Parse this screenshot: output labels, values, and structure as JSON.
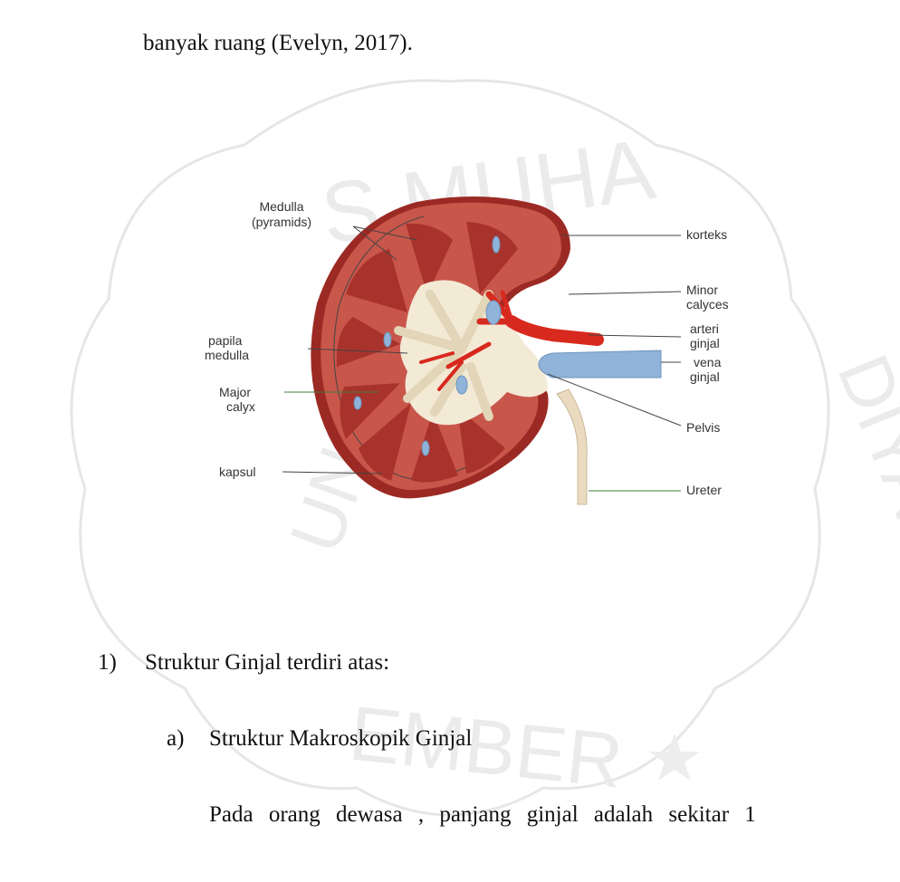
{
  "text": {
    "line1": "banyak ruang (Evelyn, 2017).",
    "item1_marker": "1)",
    "item1_text": "Struktur Ginjal terdiri atas:",
    "item_a_marker": "a)",
    "item_a_text": "Struktur Makroskopik Ginjal",
    "para_start": "Pada orang dewasa , panjang ginjal adalah sekitar 1"
  },
  "figure": {
    "labels": {
      "medulla1": "Medulla",
      "medulla2": "(pyramids)",
      "papila1": "papila",
      "papila2": "medulla",
      "major1": "Major",
      "major2": "calyx",
      "kapsul": "kapsul",
      "korteks": "korteks",
      "minor1": "Minor",
      "minor2": "calyces",
      "arteri1": "arteri",
      "arteri2": "ginjal",
      "vena1": "vena",
      "vena2": "ginjal",
      "pelvis": "Pelvis",
      "ureter": "Ureter"
    }
  },
  "watermark": {
    "top_text": "S MUHA",
    "bottom_text": "EMBER",
    "left_text": "UNIVER",
    "right_text": "DIYAH"
  },
  "colors": {
    "cortex": "#c9564a",
    "medulla": "#a8332c",
    "capsule": "#9c2a24",
    "pelvis": "#f3ead6",
    "artery": "#d8291e",
    "vein": "#8fb3d9",
    "ureter": "#eadbc0"
  }
}
